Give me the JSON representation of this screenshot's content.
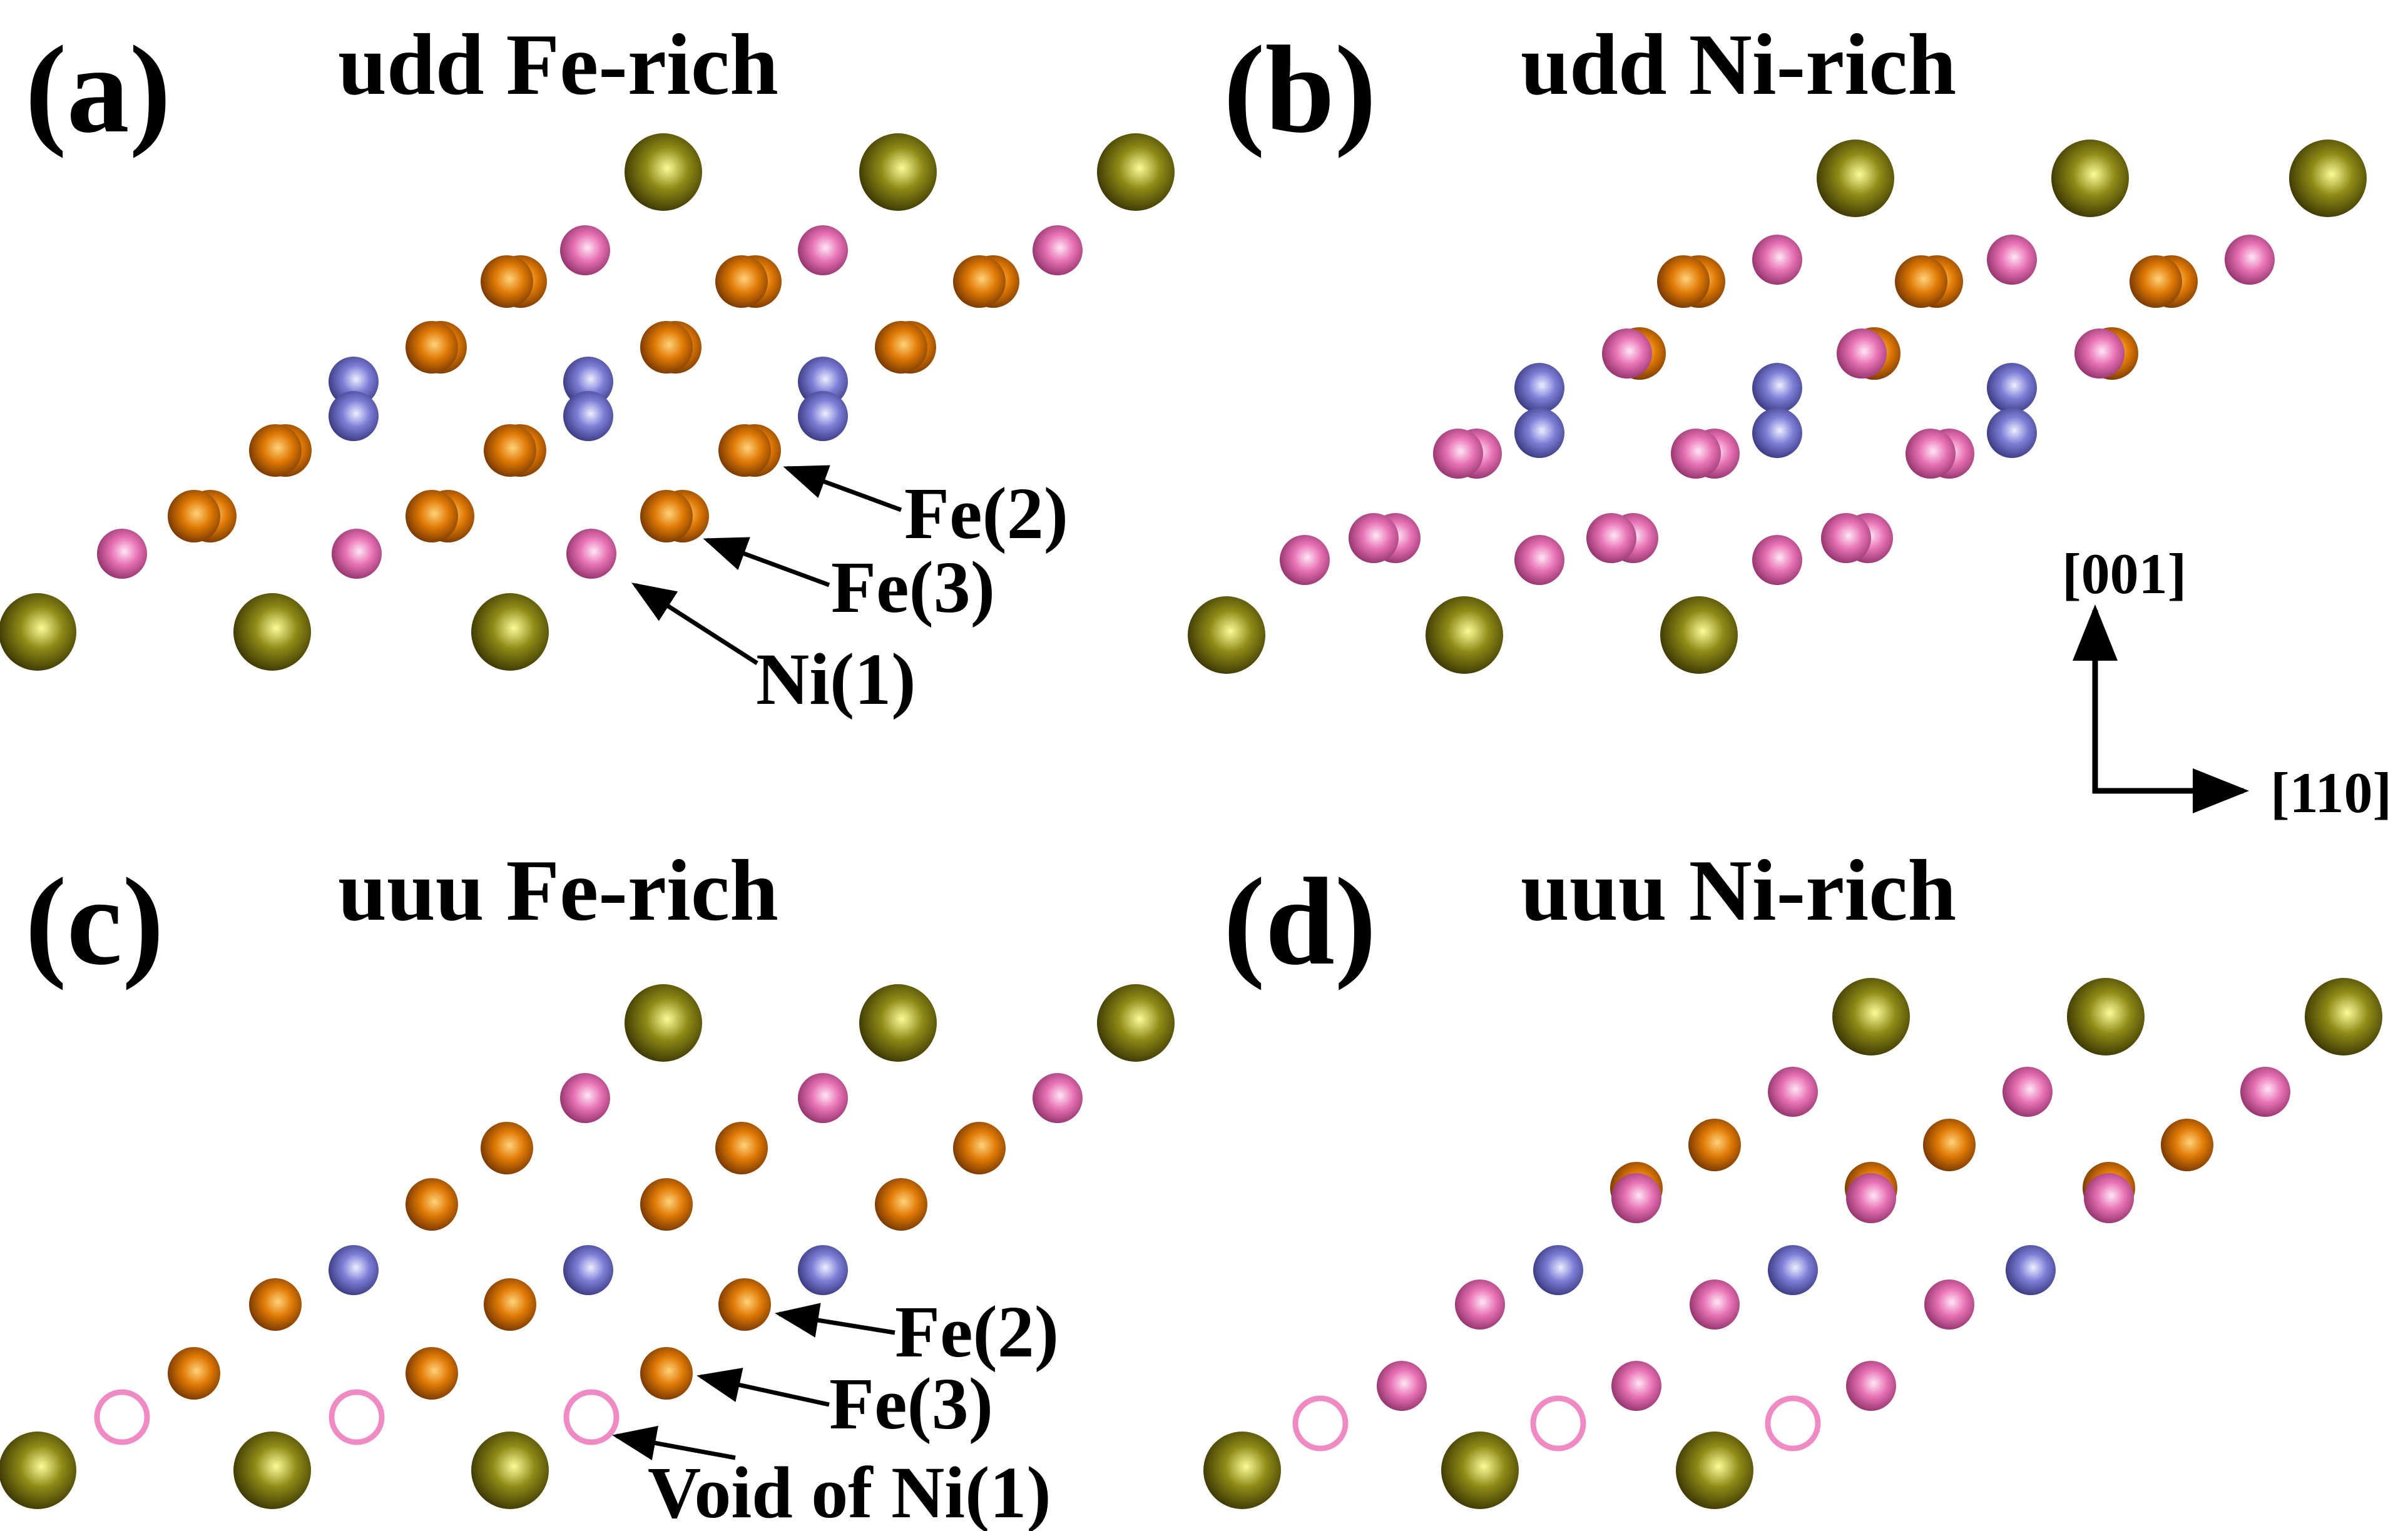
{
  "colors": {
    "olive": [
      "#fbfb9a",
      "#8f8a16",
      "#353102"
    ],
    "orange": [
      "#ffd27a",
      "#e07a06",
      "#6e3200"
    ],
    "pink": [
      "#ffe6f4",
      "#e873b6",
      "#8c2e66"
    ],
    "blue": [
      "#eeeeff",
      "#7e7ed8",
      "#34347a"
    ],
    "void_stroke": "#f08ac4"
  },
  "panels": [
    {
      "letter": "(a)",
      "title": "udd  Fe-rich"
    },
    {
      "letter": "(b)",
      "title": "udd  Ni-rich"
    },
    {
      "letter": "(c)",
      "title": "uuu  Fe-rich"
    },
    {
      "letter": "(d)",
      "title": "uuu  Ni-rich"
    }
  ],
  "annotations": {
    "a": [
      "Fe(2)",
      "Fe(3)",
      "Ni(1)"
    ],
    "c": [
      "Fe(2)",
      "Fe(3)",
      "Void of Ni(1)"
    ]
  },
  "axes": {
    "up": "[001]",
    "right": "[110]"
  }
}
